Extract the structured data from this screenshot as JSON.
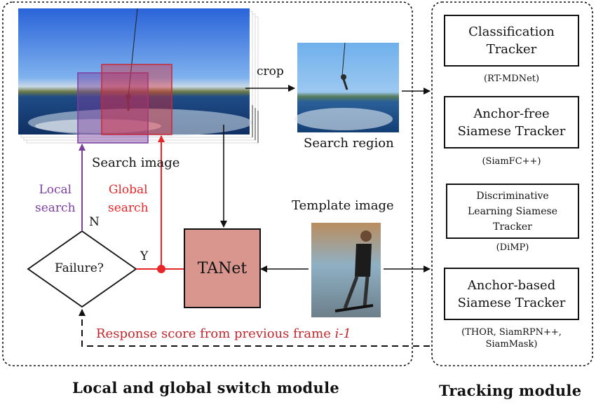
{
  "left_module": {
    "title": "Local and global switch module",
    "search_image_label": "Search image",
    "crop_label": "crop",
    "search_region_label": "Search region",
    "template_image_label": "Template image",
    "local_search": [
      "Local",
      "search"
    ],
    "global_search": [
      "Global",
      "search"
    ],
    "decision_label": "Failure?",
    "no_label": "N",
    "yes_label": "Y",
    "network_label": "TANet",
    "response_text": "Response score from previous frame ",
    "response_frame": "i-1"
  },
  "right_module": {
    "title": "Tracking module",
    "trackers": [
      {
        "name": [
          "Classification",
          "Tracker"
        ],
        "example": [
          "(RT-MDNet)"
        ]
      },
      {
        "name": [
          "Anchor-free",
          "Siamese Tracker"
        ],
        "example": [
          "(SiamFC++)"
        ]
      },
      {
        "name": [
          "Discriminative",
          "Learning Siamese",
          "Tracker"
        ],
        "example": [
          "(DiMP)"
        ]
      },
      {
        "name": [
          "Anchor-based",
          "Siamese Tracker"
        ],
        "example": [
          "(THOR, SiamRPN++,",
          "SiamMask)"
        ]
      }
    ]
  },
  "colors": {
    "local": "#7b3fa0",
    "global": "#e8262a",
    "response_text": "#c0272d",
    "tanet_fill": "#d9968e",
    "outline": "#111111"
  }
}
